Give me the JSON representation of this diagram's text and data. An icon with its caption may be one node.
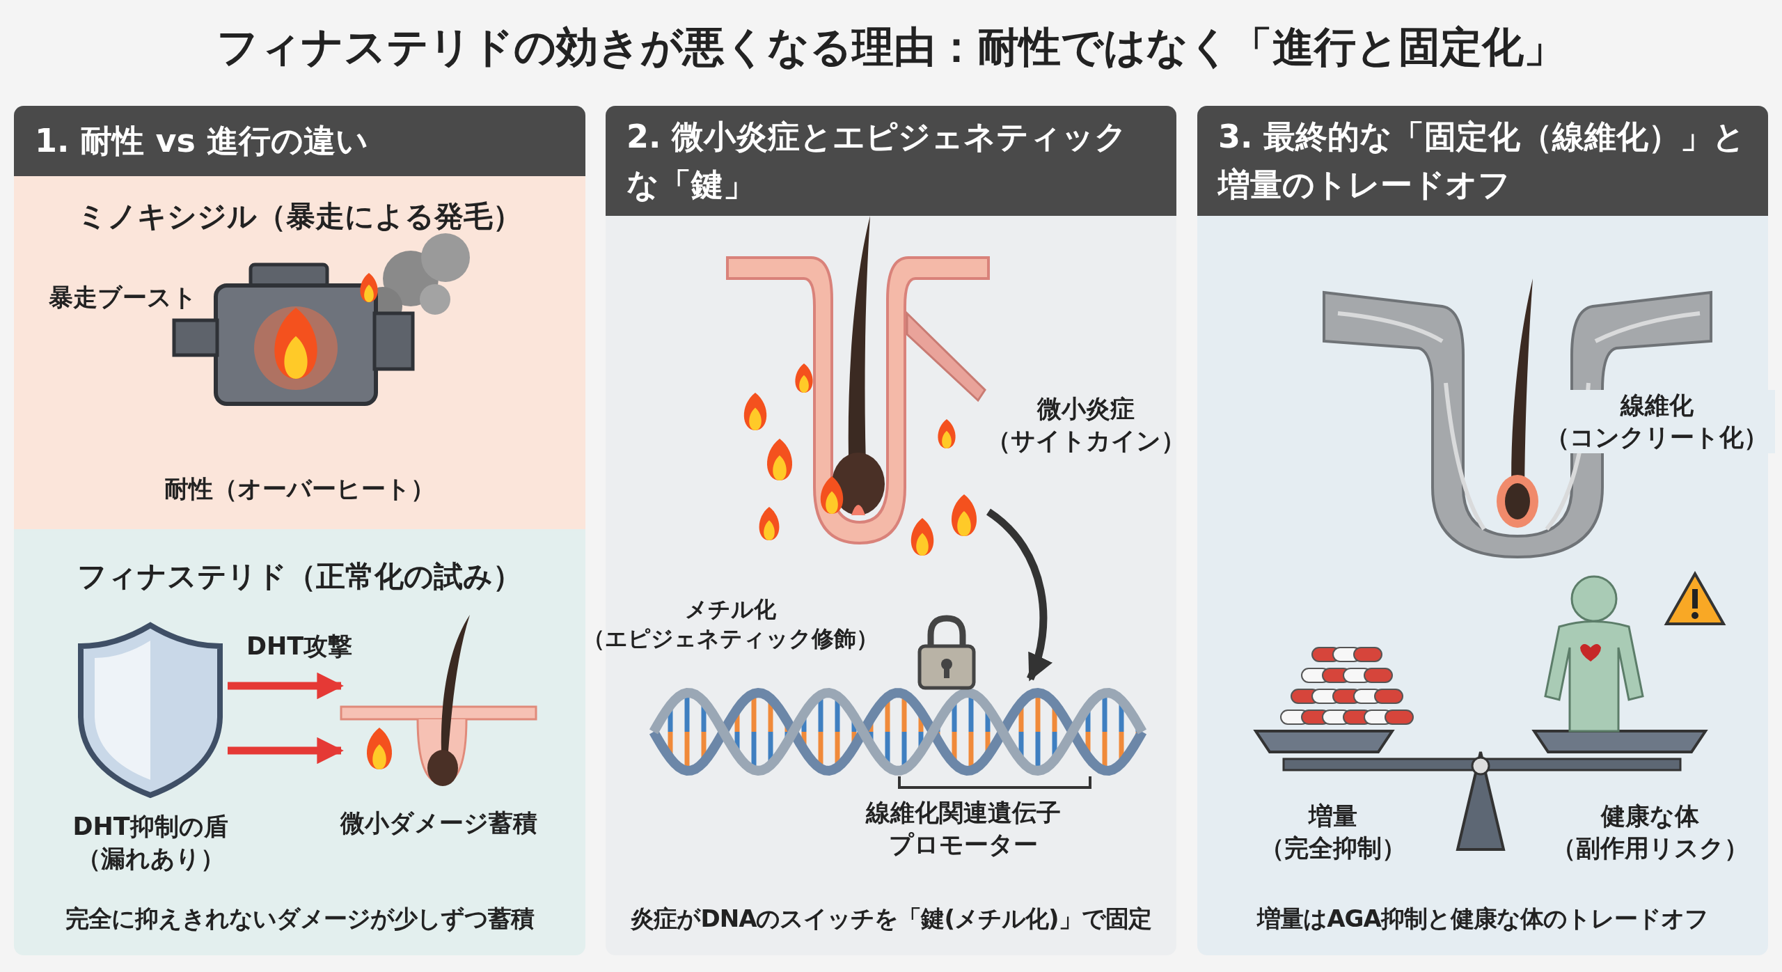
{
  "diagram": {
    "title": "フィナステリドの効きが悪くなる理由：耐性ではなく「進行と固定化」",
    "nodes": [
      {
        "text": [
          "1. 耐性 vs 進行の違い",
          "完全に抑えきれないダメージが少しずつ蓄積"
        ]
      },
      {
        "text": [
          "ミノキシジル（暴走による発毛）"
        ],
        "in": 0
      },
      {
        "text": [
          "フィナステリド（正常化の試み）"
        ],
        "in": 0
      },
      {
        "text": [],
        "shape": "picture",
        "in": 2,
        "beside": [
          "DHT抑制の盾（漏れあり）"
        ]
      },
      {
        "text": [],
        "shape": "picture",
        "in": 2,
        "beside": [
          "微小ダメージ蓄積"
        ]
      },
      {
        "text": [
          "2. 微小炎症とエピジェネティックな「鍵」",
          "炎症がDNAのスイッチを「鍵(メチル化)」で固定"
        ]
      },
      {
        "text": [],
        "shape": "picture",
        "in": 5,
        "beside": [
          "微小炎症（サイトカイン）"
        ]
      },
      {
        "text": [],
        "shape": "picture",
        "in": 5,
        "beside": [
          "メチル化（エピジェネティック修飾）",
          "線維化関連遺伝子プロモーター"
        ]
      },
      {
        "text": [
          "3. 最終的な「固定化（線維化）」と増量のトレードオフ",
          "増量はAGA抑制と健康な体のトレードオフ"
        ]
      }
    ],
    "edges": [
      {
        "from": 3,
        "to": 4,
        "arrow": "to",
        "label": "DHT攻撃"
      },
      {
        "from": 3,
        "to": 4,
        "arrow": "to"
      },
      {
        "from": 6,
        "to": 7,
        "arrow": "to",
        "color": "#333333"
      }
    ],
    "labels": [
      "暴走ブースト",
      "耐性（オーバーヒート）",
      "線維化（コンクリート化）",
      "増量（完全抑制）",
      "健康な体（副作用リスク）"
    ]
  }
}
